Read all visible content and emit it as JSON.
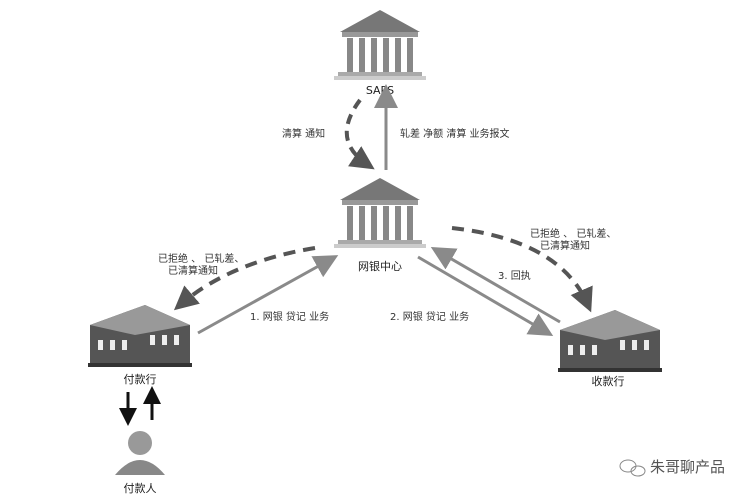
{
  "nodes": {
    "saps": "SAPS",
    "center": "网银中心",
    "payer_bank": "付款行",
    "payee_bank": "收款行",
    "payer": "付款人"
  },
  "edges": {
    "center_to_saps": "轧差  净额  清算  业务报文",
    "saps_to_center": "清算  通知",
    "center_to_payer_l1": "已拒绝 、 已轧差、",
    "center_to_payer_l2": "已清算通知",
    "center_to_payee_l1": "已拒绝 、 已轧差、",
    "center_to_payee_l2": "已清算通知",
    "step1": "1. 网银  贷记  业务",
    "step2": "2. 网银  贷记  业务",
    "step3": "3. 回执"
  },
  "watermark": "朱哥聊产品",
  "colors": {
    "solid_arrow": "#8a8a8a",
    "dashed_arrow": "#555555"
  }
}
